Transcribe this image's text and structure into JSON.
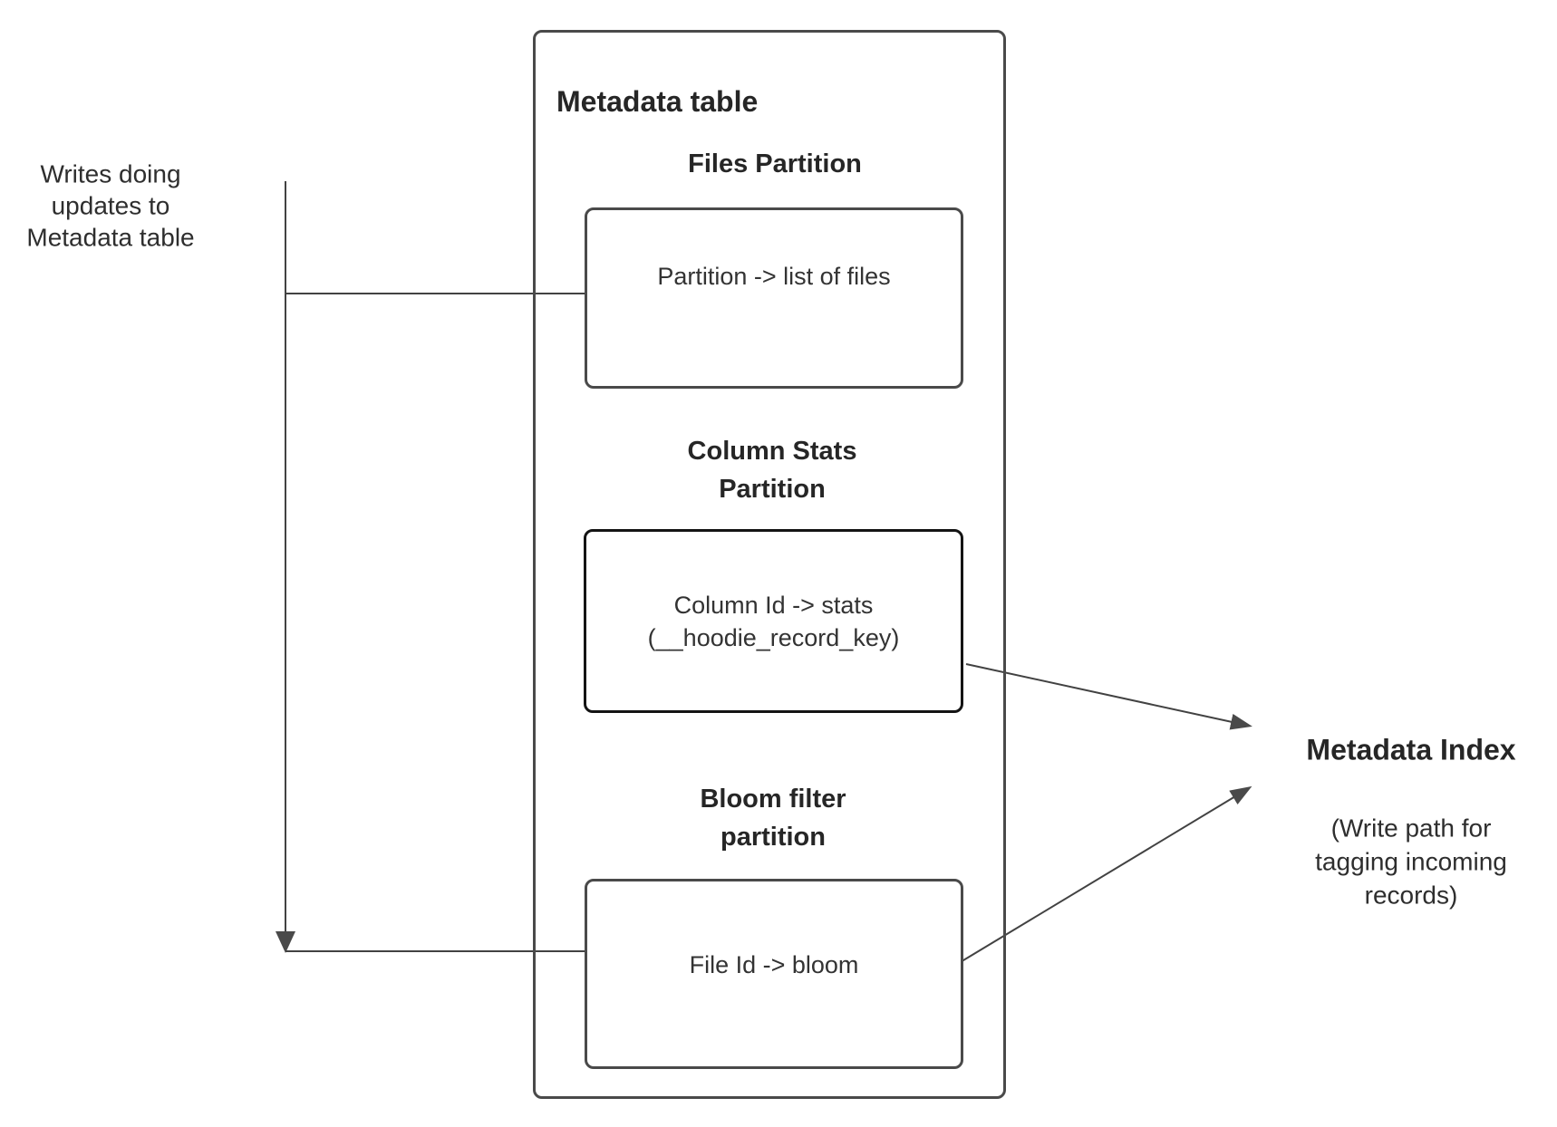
{
  "left_note": {
    "text": "Writes doing\nupdates to\nMetadata table"
  },
  "metadata_table": {
    "title": "Metadata table",
    "files_partition": {
      "heading": "Files Partition",
      "mapping": "Partition -> list of files"
    },
    "column_stats_partition": {
      "heading": "Column Stats\nPartition",
      "mapping": "Column Id  -> stats\n(__hoodie_record_key)"
    },
    "bloom_filter_partition": {
      "heading": "Bloom filter\npartition",
      "mapping": "File Id -> bloom"
    }
  },
  "metadata_index": {
    "title": "Metadata Index",
    "subtitle": "(Write path for\ntagging incoming\nrecords)"
  },
  "colors": {
    "line_gray": "#424242",
    "border_gray": "#4a4a4a",
    "border_black": "#141414",
    "text_dark": "#262626",
    "background": "#ffffff"
  }
}
